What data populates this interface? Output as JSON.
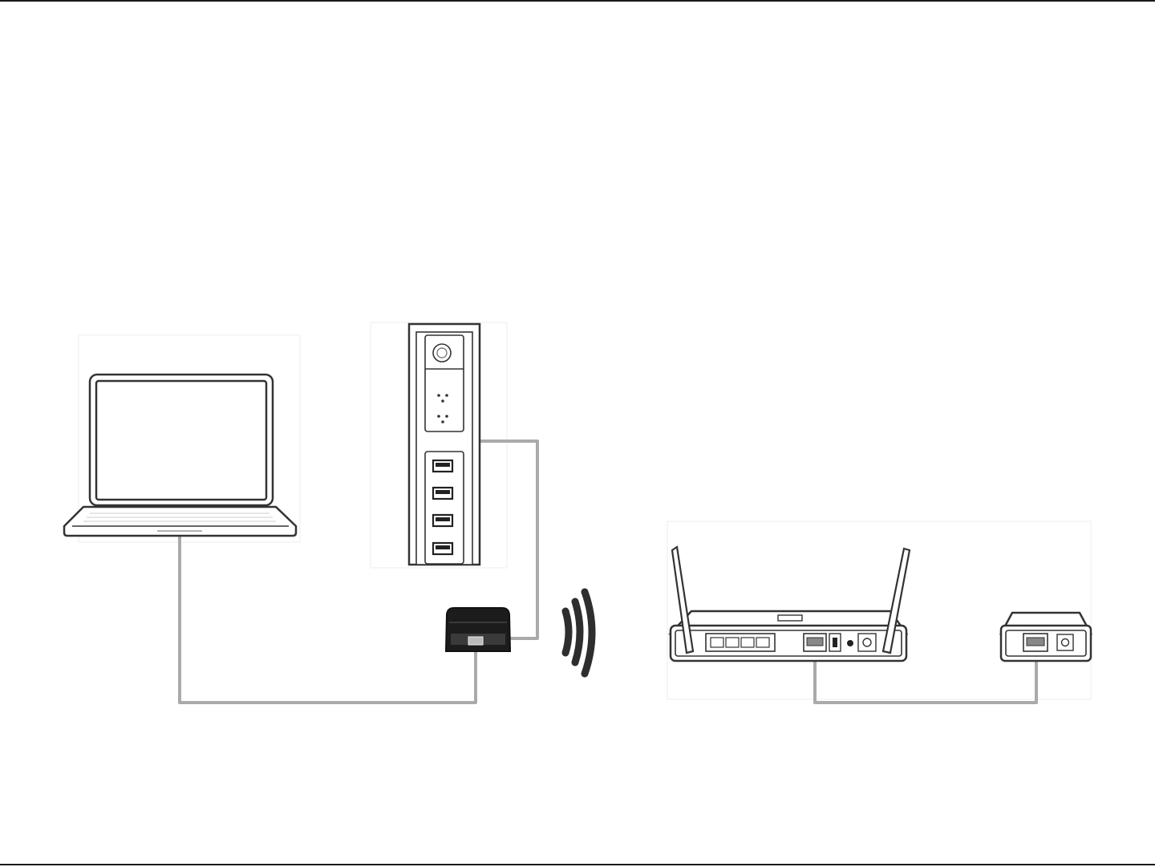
{
  "diagram": {
    "devices": [
      {
        "id": "laptop",
        "icon": "laptop-icon"
      },
      {
        "id": "power-strip",
        "icon": "power-strip-icon"
      },
      {
        "id": "powerline-adapter",
        "icon": "powerline-adapter-icon"
      },
      {
        "id": "wireless-router",
        "icon": "router-icon"
      },
      {
        "id": "modem",
        "icon": "modem-icon"
      }
    ],
    "connections": [
      {
        "from": "laptop",
        "to": "powerline-adapter",
        "type": "ethernet-cable"
      },
      {
        "from": "power-strip",
        "to": "powerline-adapter",
        "type": "power-cable"
      },
      {
        "from": "powerline-adapter",
        "to": "wireless-router",
        "type": "wireless-signal"
      },
      {
        "from": "wireless-router",
        "to": "modem",
        "type": "ethernet-cable"
      }
    ],
    "colors": {
      "outline": "#333333",
      "cable": "#aaaaaa",
      "adapter_body": "#1c1c1c",
      "signal": "#2e2e2e",
      "page_rule": "#1a1a1a"
    }
  }
}
